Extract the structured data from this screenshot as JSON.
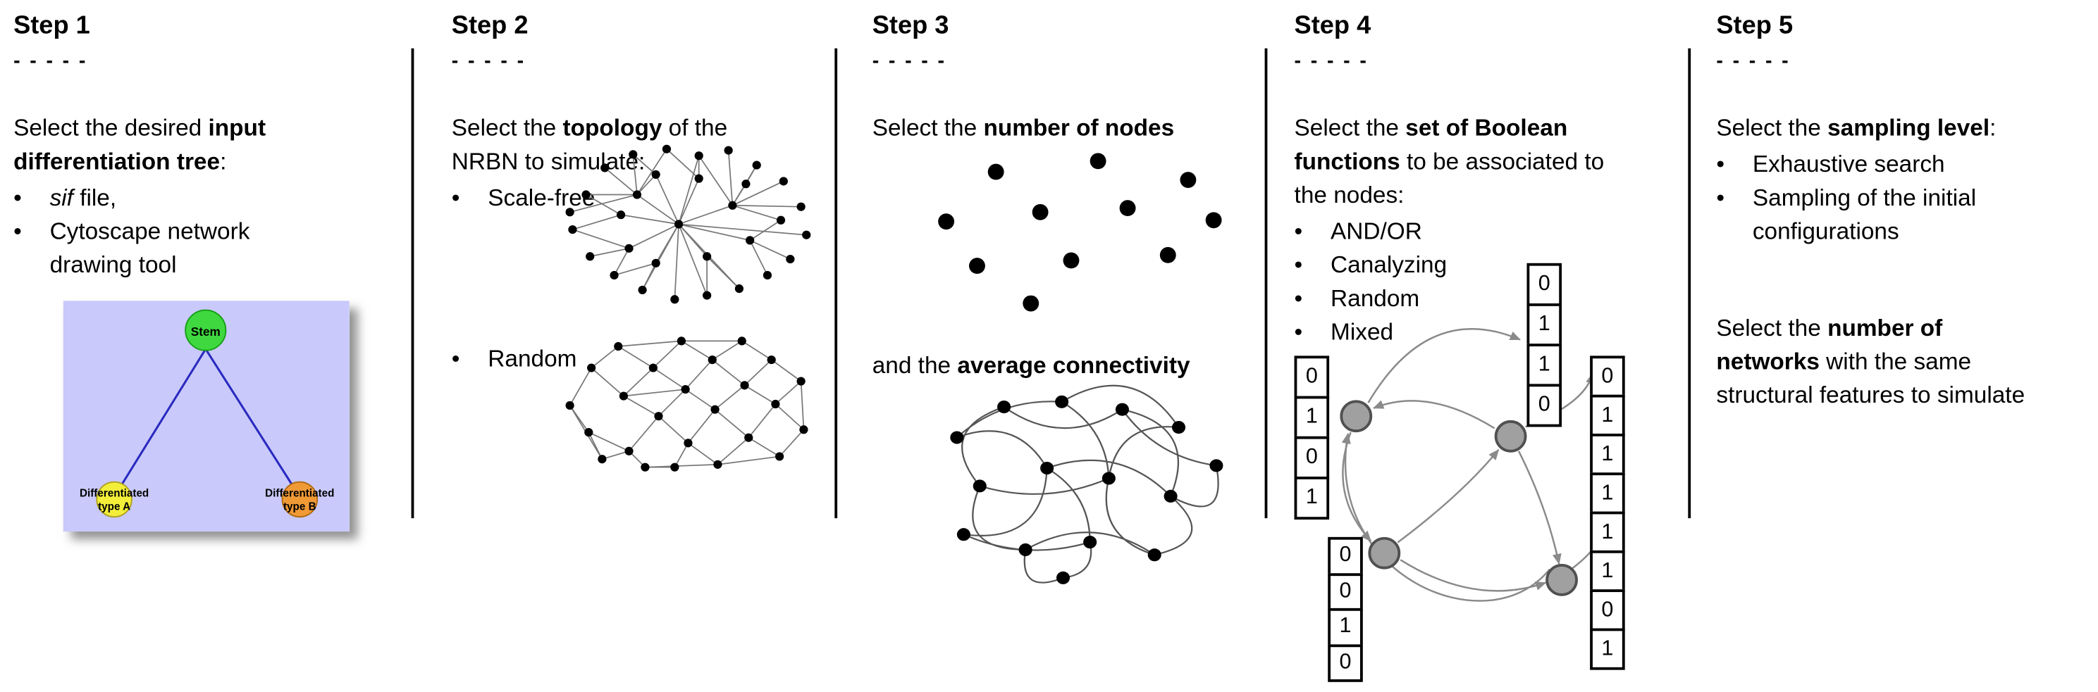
{
  "steps": [
    {
      "title": "Step 1",
      "dashes": "- - - - -",
      "intro": [
        [
          {
            "t": "Select the desired ",
            "b": false
          },
          {
            "t": "input",
            "b": true
          }
        ],
        [
          {
            "t": "differentiation tree",
            "b": true
          },
          {
            "t": ":",
            "b": false
          }
        ]
      ],
      "bullets": [
        {
          "lines": [
            [
              {
                "t": "sif",
                "i": true
              },
              {
                "t": " file,"
              }
            ]
          ]
        },
        {
          "lines": [
            [
              {
                "t": "Cytoscape network"
              }
            ],
            [
              {
                "t": "drawing tool"
              }
            ]
          ]
        }
      ],
      "tree": {
        "stem": "Stem",
        "type_a_line1": "Differentiated",
        "type_a_line2": "type A",
        "type_b_line1": "Differentiated",
        "type_b_line2": "type B",
        "colors": {
          "background": "#c9c9fb",
          "stem": "#3fd93f",
          "type_a": "#f2ee3a",
          "type_b": "#f09a36",
          "edge": "#2a2ac0"
        }
      }
    },
    {
      "title": "Step 2",
      "dashes": "- - - - -",
      "intro": [
        [
          {
            "t": "Select the "
          },
          {
            "t": "topology",
            "b": true
          },
          {
            "t": " of the"
          }
        ],
        [
          {
            "t": "NRBN to simulate:"
          }
        ]
      ],
      "bullets": [
        {
          "lines": [
            [
              {
                "t": "Scale-free"
              }
            ]
          ]
        },
        {
          "lines": [
            [
              {
                "t": "Random"
              }
            ]
          ]
        }
      ]
    },
    {
      "title": "Step 3",
      "dashes": "- - - - -",
      "intro": [
        [
          {
            "t": "Select the "
          },
          {
            "t": "number of nodes",
            "b": true
          }
        ]
      ],
      "second": [
        [
          {
            "t": "and the "
          },
          {
            "t": "average connectivity",
            "b": true
          }
        ]
      ]
    },
    {
      "title": "Step 4",
      "dashes": "- - - - -",
      "intro": [
        [
          {
            "t": "Select the "
          },
          {
            "t": "set of Boolean",
            "b": true
          }
        ],
        [
          {
            "t": "functions",
            "b": true
          },
          {
            "t": " to be associated to"
          }
        ],
        [
          {
            "t": "the nodes:"
          }
        ]
      ],
      "bullets": [
        {
          "lines": [
            [
              {
                "t": "AND/OR"
              }
            ]
          ]
        },
        {
          "lines": [
            [
              {
                "t": "Canalyzing"
              }
            ]
          ]
        },
        {
          "lines": [
            [
              {
                "t": "Random"
              }
            ]
          ]
        },
        {
          "lines": [
            [
              {
                "t": "Mixed"
              }
            ]
          ]
        }
      ],
      "tables": {
        "top": [
          "0",
          "1",
          "1",
          "0"
        ],
        "left": [
          "0",
          "1",
          "0",
          "1"
        ],
        "bottom": [
          "0",
          "0",
          "1",
          "0"
        ],
        "right": [
          "0",
          "1",
          "1",
          "1",
          "1",
          "1",
          "0",
          "1"
        ]
      }
    },
    {
      "title": "Step 5",
      "dashes": "- - - - -",
      "intro": [
        [
          {
            "t": "Select the "
          },
          {
            "t": "sampling level",
            "b": true
          },
          {
            "t": ":"
          }
        ]
      ],
      "bullets": [
        {
          "lines": [
            [
              {
                "t": "Exhaustive search"
              }
            ]
          ]
        },
        {
          "lines": [
            [
              {
                "t": "Sampling of the initial"
              }
            ],
            [
              {
                "t": "configurations"
              }
            ]
          ]
        }
      ],
      "second": [
        [
          {
            "t": "Select the "
          },
          {
            "t": "number of",
            "b": true
          }
        ],
        [
          {
            "t": "networks",
            "b": true
          },
          {
            "t": " with the same"
          }
        ],
        [
          {
            "t": "structural features to simulate"
          }
        ]
      ]
    }
  ]
}
